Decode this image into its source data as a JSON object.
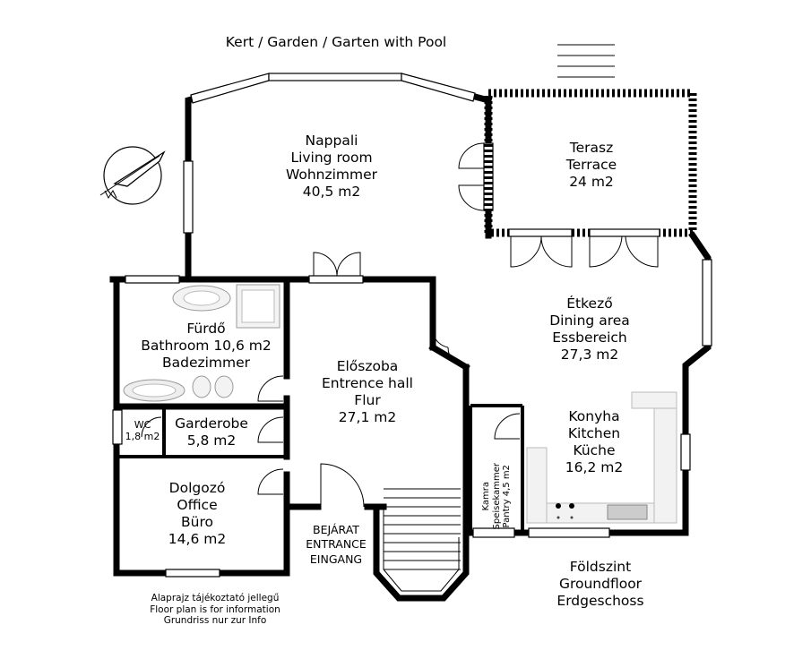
{
  "header": {
    "garden": "Kert / Garden / Garten with Pool"
  },
  "rooms": {
    "living": {
      "hu": "Nappali",
      "en": "Living room",
      "de": "Wohnzimmer",
      "area": "40,5 m2"
    },
    "terrace": {
      "hu": "Terasz",
      "en": "Terrace",
      "area": "24 m2"
    },
    "dining": {
      "hu": "Étkező",
      "en": "Dining area",
      "de": "Essbereich",
      "area": "27,3 m2"
    },
    "bathroom": {
      "hu": "Fürdő",
      "en": "Bathroom 10,6 m2",
      "de": "Badezimmer"
    },
    "hall": {
      "hu": "Előszoba",
      "en": "Entrence hall",
      "de": "Flur",
      "area": "27,1 m2"
    },
    "wc": {
      "name": "WC",
      "area": "1,8 m2"
    },
    "garderobe": {
      "name": "Garderobe",
      "area": "5,8 m2"
    },
    "kitchen": {
      "hu": "Konyha",
      "en": "Kitchen",
      "de": "Küche",
      "area": "16,2 m2"
    },
    "pantry": {
      "line1": "Kamra",
      "line2": "Speisekammer",
      "line3": "Pantry  4,5 m2"
    },
    "office": {
      "hu": "Dolgozó",
      "en": "Office",
      "de": "Büro",
      "area": "14,6 m2"
    },
    "entrance": {
      "hu": "BEJÁRAT",
      "en": "ENTRANCE",
      "de": "EINGANG"
    }
  },
  "floor_label": {
    "hu": "Földszint",
    "en": "Groundfloor",
    "de": "Erdgeschoss"
  },
  "disclaimer": {
    "hu": "Alaprajz tájékoztató jellegű",
    "en": "Floor plan is for information",
    "de": "Grundriss nur zur Info"
  }
}
